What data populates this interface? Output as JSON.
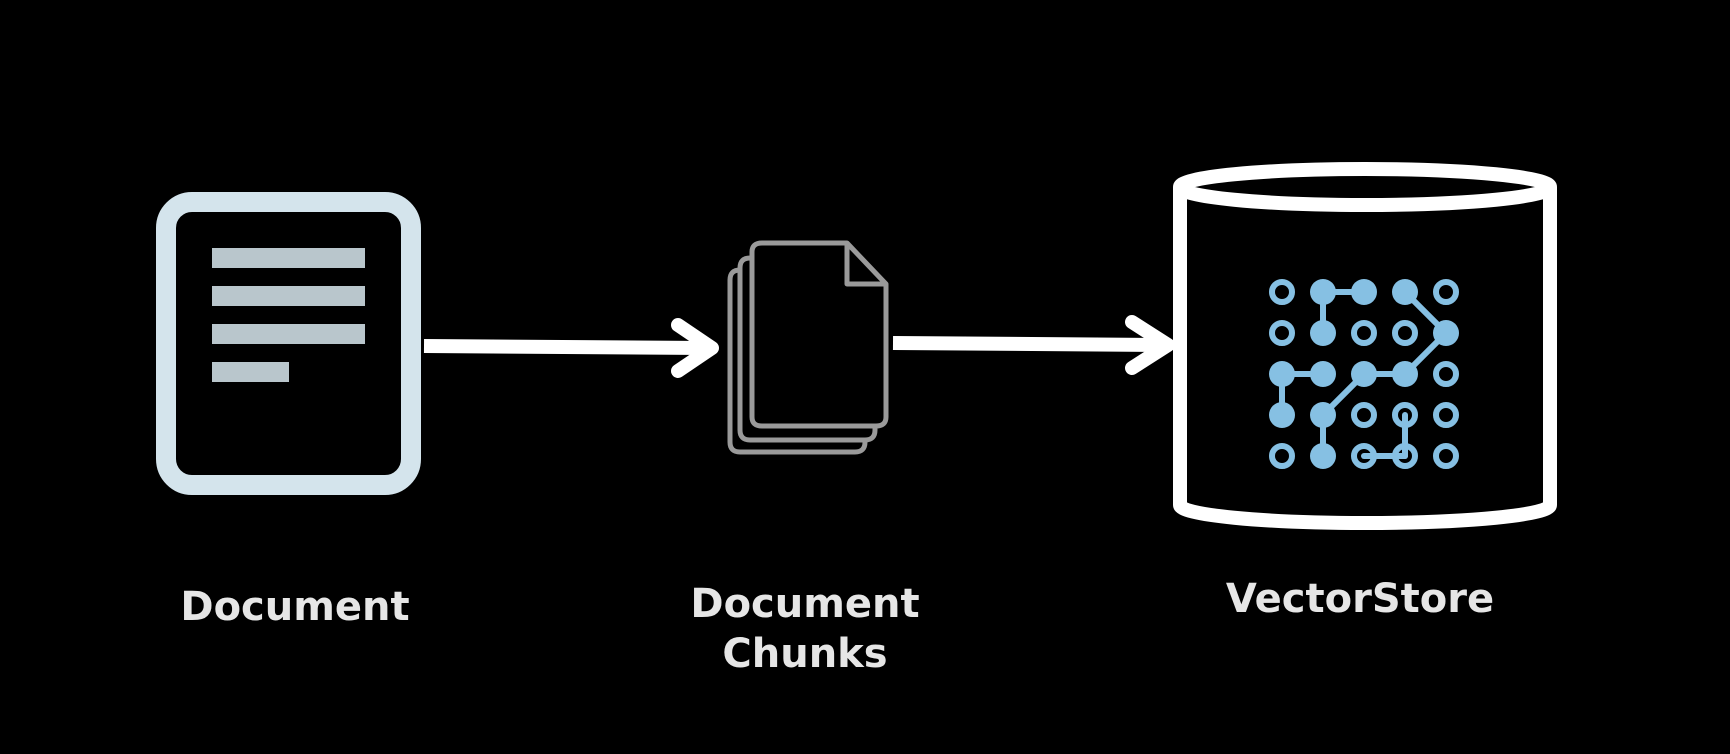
{
  "colors": {
    "background": "#000000",
    "document_outline": "#d4e4ec",
    "document_lines": "#b9c6cc",
    "chunks_outline": "#9a9a9a",
    "arrow": "#ffffff",
    "cylinder": "#ffffff",
    "network_nodes": "#86c0e3",
    "label_text": "#e6e6e6"
  },
  "nodes": [
    {
      "id": "document",
      "label": "Document",
      "icon": "document-icon"
    },
    {
      "id": "chunks",
      "label": "Document\nChunks",
      "label_lines": [
        "Document",
        "Chunks"
      ],
      "icon": "document-stack-icon"
    },
    {
      "id": "vectorstore",
      "label": "VectorStore",
      "icon": "database-cylinder-icon"
    }
  ],
  "edges": [
    {
      "from": "document",
      "to": "chunks"
    },
    {
      "from": "chunks",
      "to": "vectorstore"
    }
  ]
}
